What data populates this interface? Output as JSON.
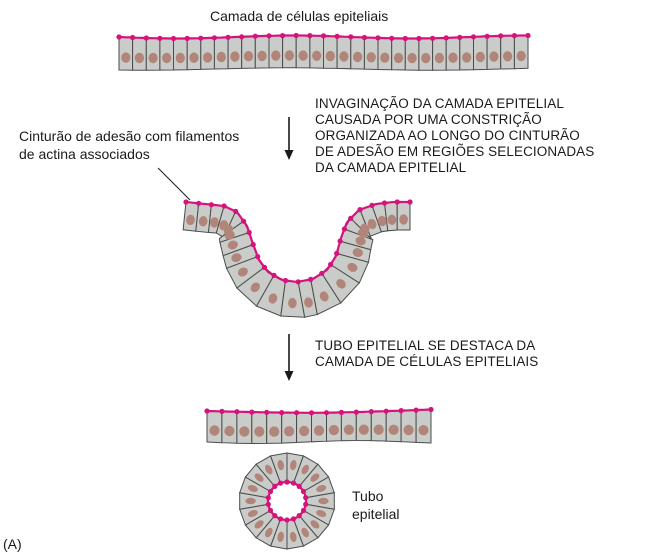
{
  "labels": {
    "top_title": "Camada de células epiteliais",
    "adhesion_label_line1": "Cinturão de adesão com filamentos",
    "adhesion_label_line2": "de actina associados",
    "step1_line1": "INVAGINAÇÃO DA CAMADA EPITELIAL",
    "step1_line2": "CAUSADA POR UMA CONSTRIÇÃO",
    "step1_line3": "ORGANIZADA AO LONGO DO CINTURÃO",
    "step1_line4": "DE ADESÃO EM REGIÕES SELECIONADAS",
    "step1_line5": "DA CAMADA EPITELIAL",
    "step2_line1": "TUBO EPITELIAL SE DESTACA DA",
    "step2_line2": "CAMADA DE CÉLULAS EPITELIAIS",
    "tube_line1": "Tubo",
    "tube_line2": "epitelial",
    "panel": "(A)"
  },
  "colors": {
    "cell_fill": "#c9ccc8",
    "cell_edge": "#4a4d4a",
    "nucleus": "#b2857a",
    "adhesion_belt": "#d6127d",
    "arrow": "#1a1a1a"
  }
}
